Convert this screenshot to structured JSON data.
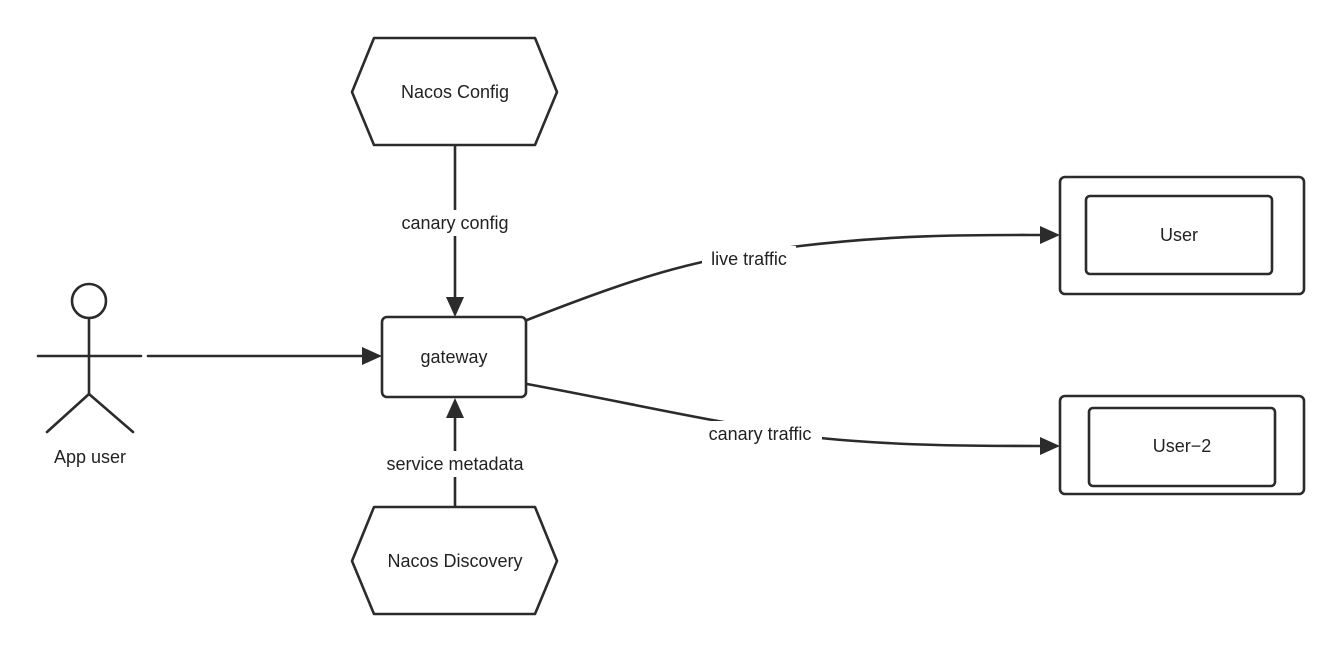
{
  "nodes": {
    "nacos_config": "Nacos Config",
    "nacos_discovery": "Nacos Discovery",
    "gateway": "gateway",
    "user": "User",
    "user2": "User−2",
    "app_user": "App user"
  },
  "edges": {
    "canary_config": "canary config",
    "service_metadata": "service metadata",
    "live_traffic": "live traffic",
    "canary_traffic": "canary traffic"
  },
  "colors": {
    "stroke": "#2b2b2b",
    "background": "#ffffff"
  }
}
